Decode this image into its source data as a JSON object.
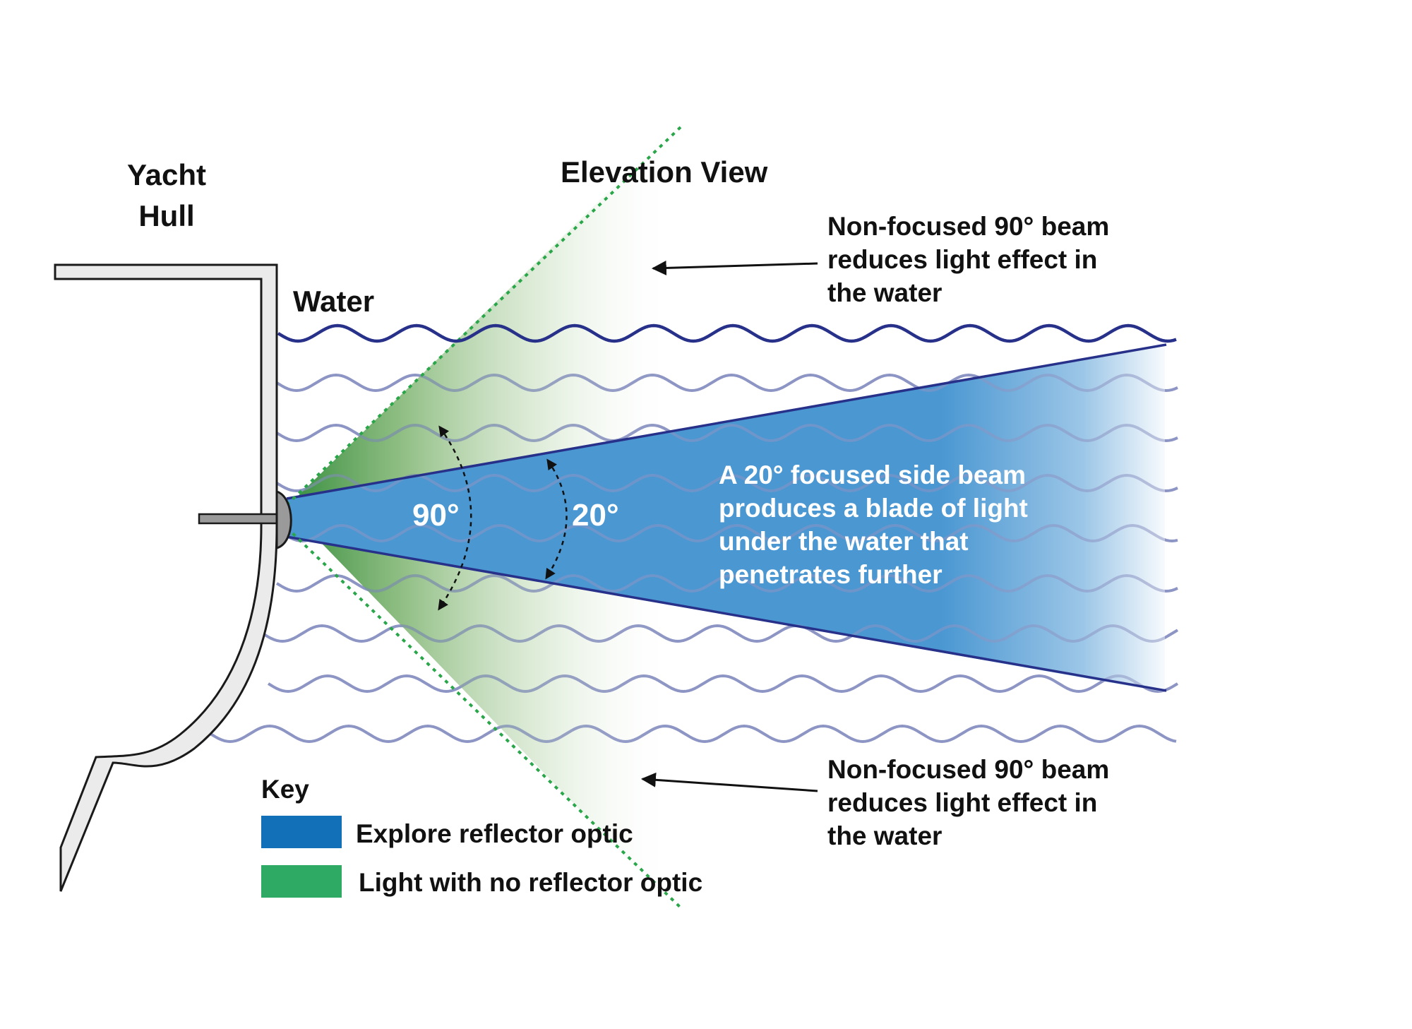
{
  "labels": {
    "yacht_hull": [
      "Yacht",
      "Hull"
    ],
    "water": "Water",
    "elevation_view": "Elevation View",
    "angle_90": "90°",
    "angle_20": "20°"
  },
  "callouts": {
    "top": [
      "Non-focused 90° beam",
      "reduces light effect in",
      "the water"
    ],
    "bottom": [
      "Non-focused 90° beam",
      "reduces light effect in",
      "the water"
    ],
    "focused": [
      "A 20° focused side beam",
      "produces a blade of light",
      "under the water that",
      "penetrates further"
    ]
  },
  "key": {
    "title": "Key",
    "items": [
      {
        "label": "Explore reflector optic",
        "color": "#1170b8"
      },
      {
        "label": "Light with no reflector optic",
        "color": "#2eaa64"
      }
    ]
  },
  "colors": {
    "focused_beam": "#4a97d2",
    "beam_edge": "#27318a",
    "green_beam": "#2f8a3a",
    "green_dotted": "#2aa64a",
    "surface_wave": "#27318a",
    "underwater_wave": "#8d95c4",
    "hull_fill": "#ebebeb",
    "hull_stroke": "#1a1a1a",
    "light_fixture": "#9a9a9a"
  }
}
